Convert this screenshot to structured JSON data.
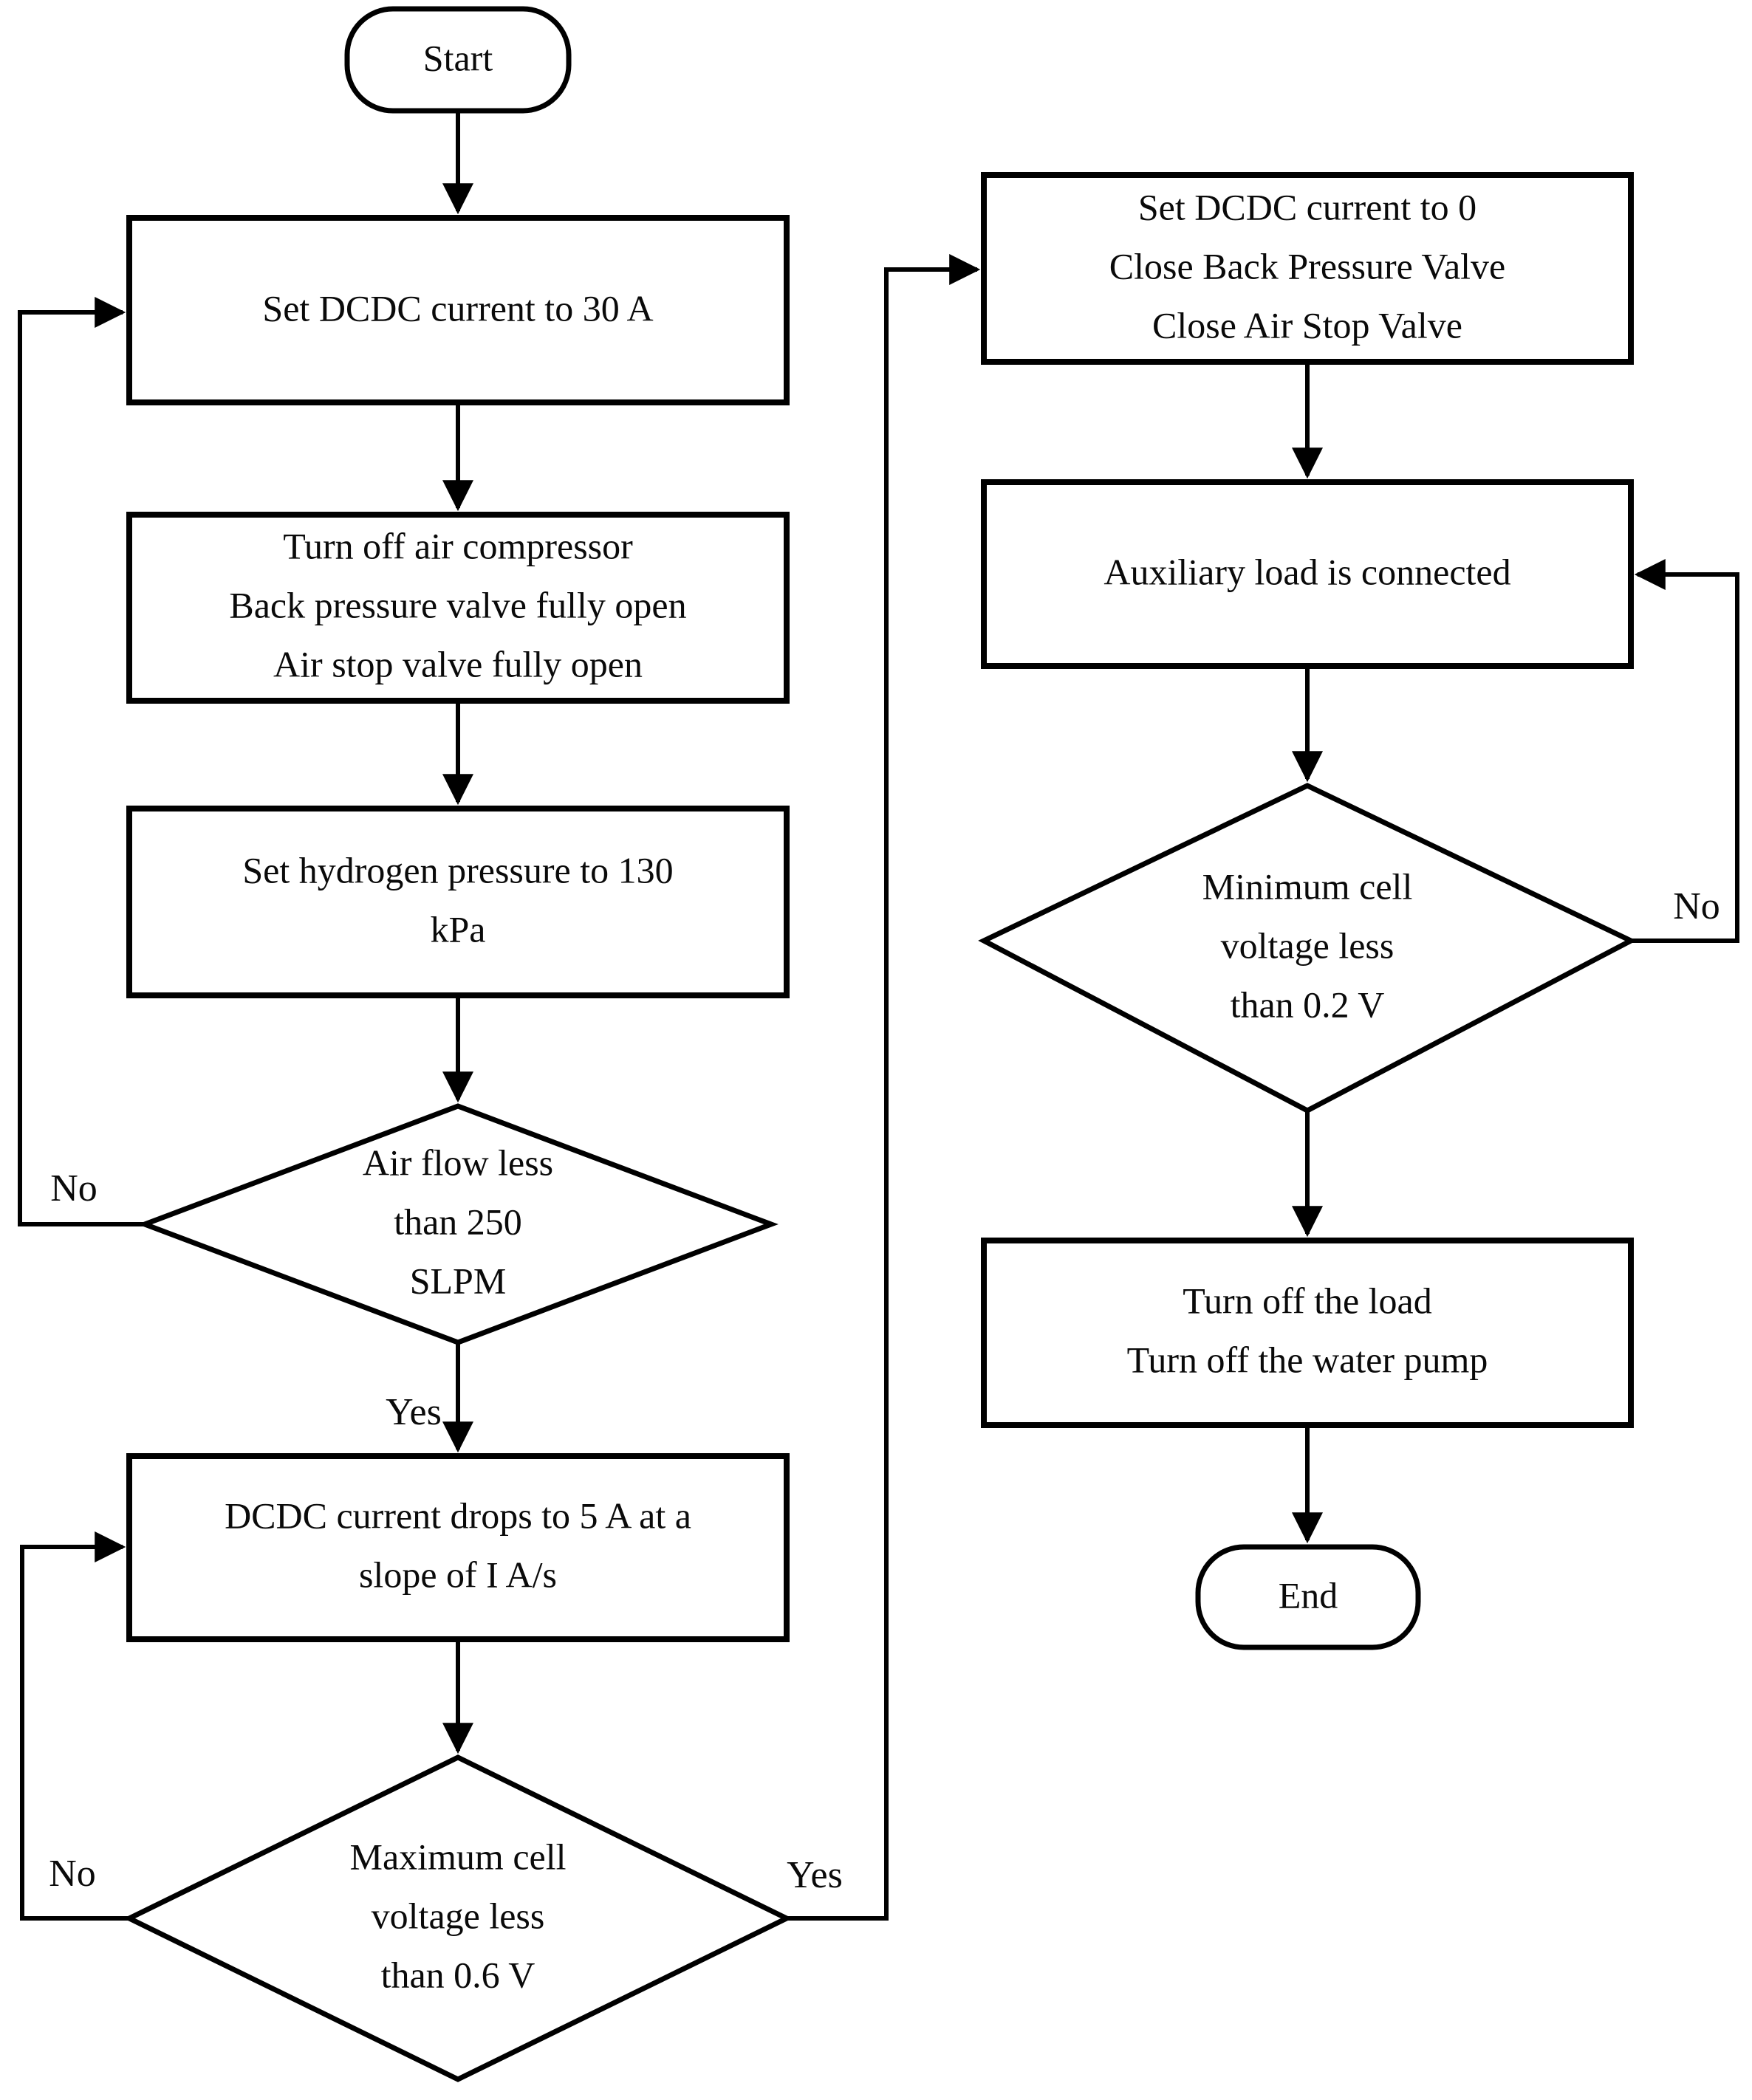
{
  "colors": {
    "line": "#000000",
    "shape_fill": "#ffffff",
    "background": "#ffffff",
    "text": "#0a0a0a"
  },
  "nodes": {
    "start": {
      "type": "terminator",
      "label": "Start"
    },
    "set_dcdc_30": {
      "type": "process",
      "lines": [
        "Set DCDC current to 30 A"
      ]
    },
    "turn_off_air": {
      "type": "process",
      "lines": [
        "Turn off air compressor",
        "Back pressure valve fully open",
        "Air stop valve fully open"
      ]
    },
    "set_h2": {
      "type": "process",
      "lines": [
        "Set hydrogen pressure to 130",
        "kPa"
      ]
    },
    "air_flow": {
      "type": "decision",
      "lines": [
        "Air flow less",
        "than 250",
        "SLPM"
      ]
    },
    "dcdc_drops": {
      "type": "process",
      "lines": [
        "DCDC current drops to 5 A at a",
        "slope of I A/s"
      ]
    },
    "max_cell": {
      "type": "decision",
      "lines": [
        "Maximum cell",
        "voltage less",
        "than 0.6 V"
      ]
    },
    "set_dcdc_0": {
      "type": "process",
      "lines": [
        "Set DCDC current to 0",
        "Close Back Pressure Valve",
        "Close Air Stop Valve"
      ]
    },
    "aux_load": {
      "type": "process",
      "lines": [
        "Auxiliary load is connected"
      ]
    },
    "min_cell": {
      "type": "decision",
      "lines": [
        "Minimum cell",
        "voltage less",
        "than 0.2 V"
      ]
    },
    "turn_off_load": {
      "type": "process",
      "lines": [
        "Turn off the load",
        "Turn off the water pump"
      ]
    },
    "end": {
      "type": "terminator",
      "label": "End"
    }
  },
  "edge_labels": {
    "air_flow_no": "No",
    "air_flow_yes": "Yes",
    "max_cell_no": "No",
    "max_cell_yes": "Yes",
    "min_cell_no": "No"
  }
}
